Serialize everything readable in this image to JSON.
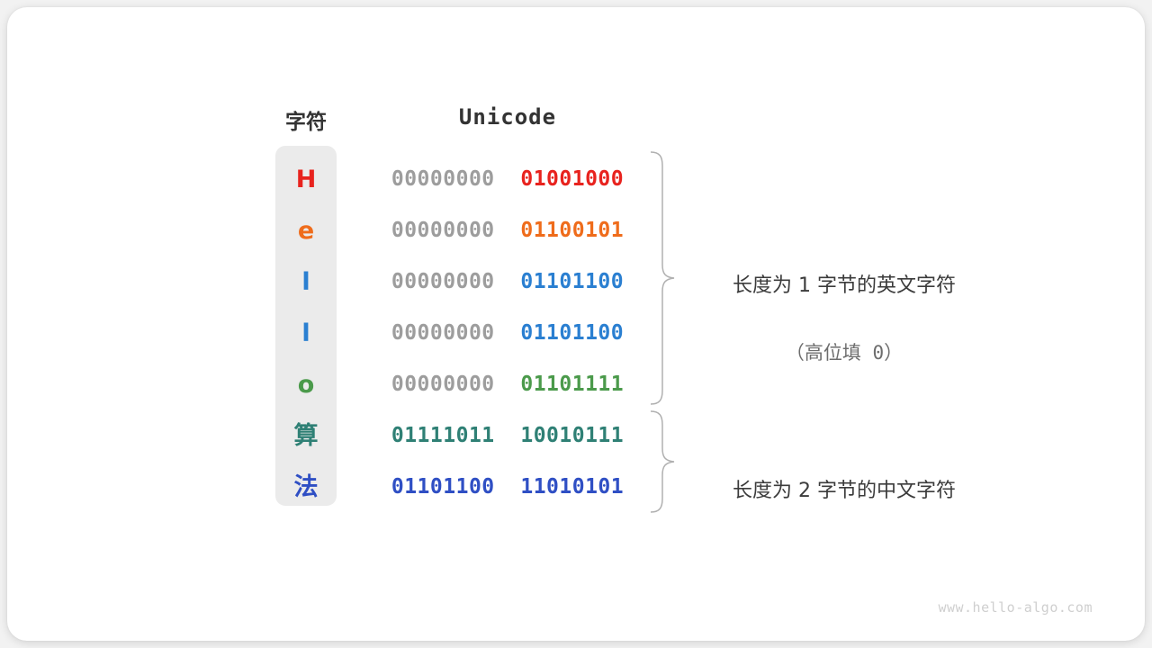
{
  "figure": {
    "headers": {
      "char": "字符",
      "unicode": "Unicode"
    },
    "rows": [
      {
        "char": "H",
        "color": "#e8231e",
        "high": "00000000",
        "low": "01001000"
      },
      {
        "char": "e",
        "color": "#ef6c1b",
        "high": "00000000",
        "low": "01100101"
      },
      {
        "char": "l",
        "color": "#2a7fd1",
        "high": "00000000",
        "low": "01101100"
      },
      {
        "char": "l",
        "color": "#2a7fd1",
        "high": "00000000",
        "low": "01101100"
      },
      {
        "char": "o",
        "color": "#4b9a4b",
        "high": "00000000",
        "low": "01101111"
      },
      {
        "char": "算",
        "color": "#2f8075",
        "high": "01111011",
        "low": "10010111"
      },
      {
        "char": "法",
        "color": "#2f4fc4",
        "high": "01101100",
        "low": "11010101"
      }
    ],
    "annotations": [
      {
        "line1": "长度为 1 字节的英文字符",
        "line2": "（高位填 0）"
      },
      {
        "line1": "长度为 2 字节的中文字符",
        "line2": ""
      }
    ],
    "watermark": "www.hello-algo.com",
    "colors": {
      "high_bits": "#9d9d9d",
      "char_column_bg": "#ebebeb",
      "brace": "#b0b0b0",
      "annotation_text": "#3b3b3b",
      "card_bg": "#ffffff",
      "page_bg": "#f2f2f2"
    }
  }
}
